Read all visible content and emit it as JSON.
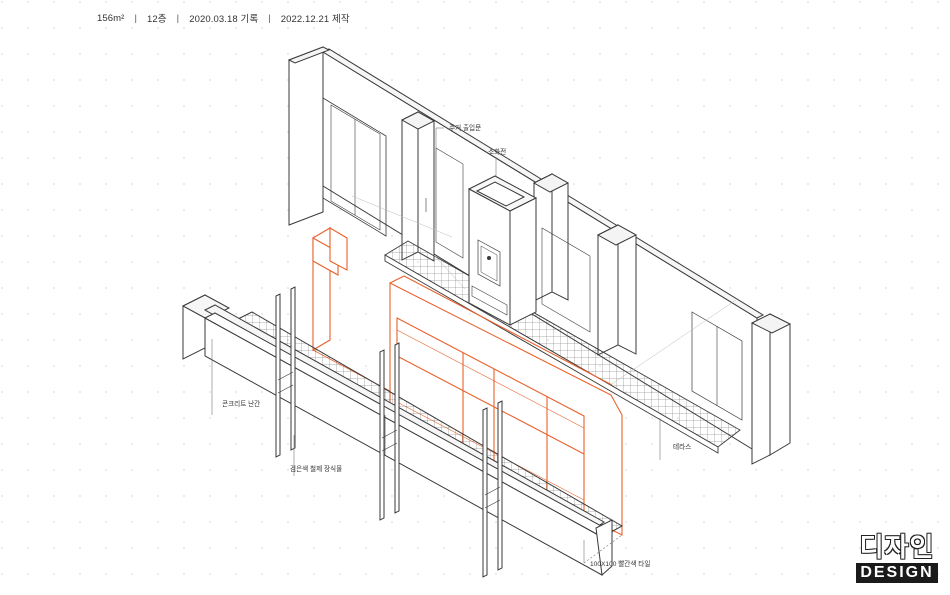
{
  "meta": {
    "area": "156m²",
    "floor": "12층",
    "recorded": "2020.03.18 기록",
    "produced": "2022.12.21 제작"
  },
  "labels": {
    "residential_entrance": "주거 출입문",
    "fire_hydrant": "소화전",
    "concrete_railing": "콘크리트 난간",
    "black_steel_ornament": "검은색 철제 장식물",
    "terrace": "테라스",
    "red_tile": "100X100 빨간색 타일"
  },
  "logo": {
    "top": "디자인",
    "bottom": "DESIGN"
  },
  "colors": {
    "line": "#3a3a3a",
    "accent": "#e8622c",
    "grid_dot": "#dcdcdc"
  }
}
